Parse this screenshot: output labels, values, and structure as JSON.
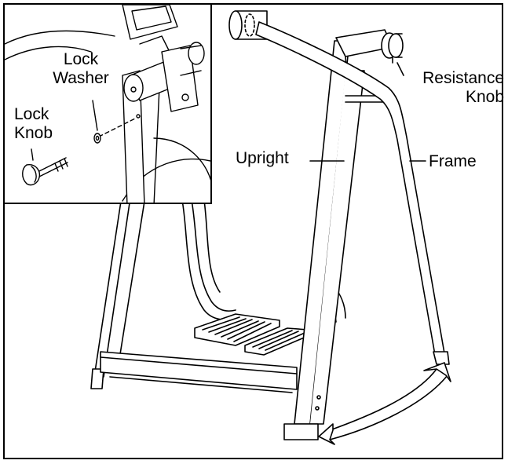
{
  "diagram": {
    "labels": {
      "resistance_knob_line1": "Resistance",
      "resistance_knob_line2": "Knob",
      "upright": "Upright",
      "frame": "Frame"
    },
    "inset": {
      "lock_washer_line1": "Lock",
      "lock_washer_line2": "Washer",
      "lock_knob_line1": "Lock",
      "lock_knob_line2": "Knob"
    }
  },
  "colors": {
    "ink": "#000000",
    "background": "#ffffff"
  }
}
